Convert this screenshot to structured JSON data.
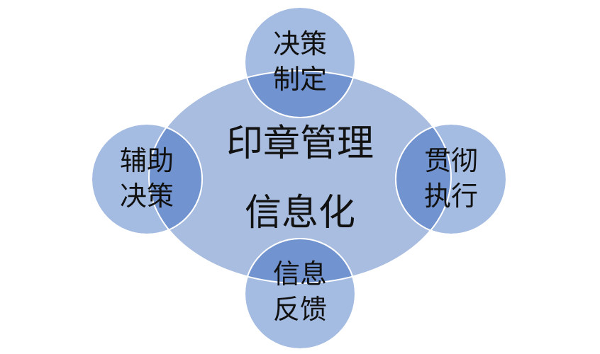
{
  "center": {
    "line1": "印章管理",
    "line2": "信息化"
  },
  "nodes": {
    "top": {
      "line1": "决策",
      "line2": "制定"
    },
    "left": {
      "line1": "辅助",
      "line2": "决策"
    },
    "right": {
      "line1": "贯彻",
      "line2": "执行"
    },
    "bottom": {
      "line1": "信息",
      "line2": "反馈"
    }
  },
  "colors": {
    "ellipse_fill": "#a9bde0",
    "circle_fill": "#a4bbe2",
    "overlap_fill": "#7193d0",
    "stroke": "#ffffff",
    "text": "#111111"
  }
}
